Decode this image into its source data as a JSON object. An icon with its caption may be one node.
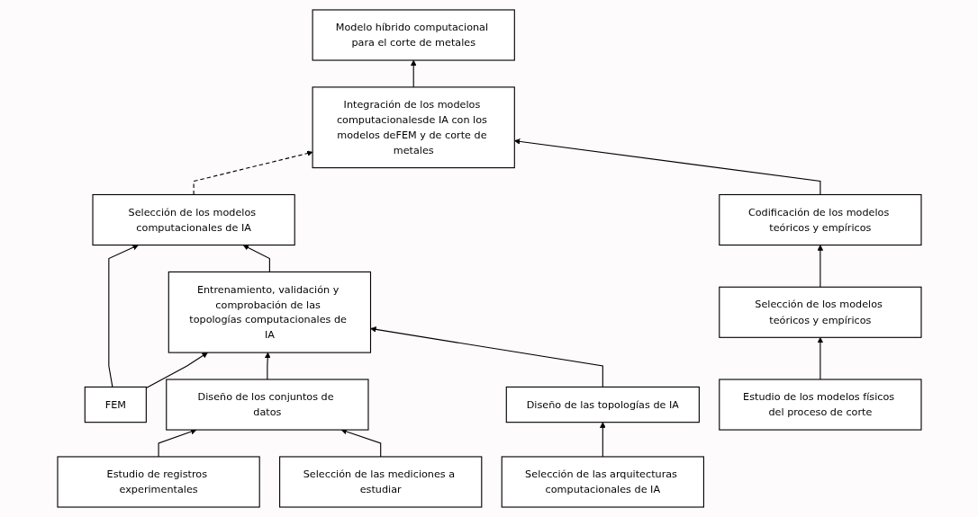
{
  "diagram": {
    "nodes": [
      {
        "text": [
          "Modelo híbrido computacional para el corte de metales"
        ]
      },
      {
        "text": [
          "FEM"
        ]
      },
      {
        "text": [
          "Selección de los modelos computacionales de IA"
        ]
      },
      {
        "text": [
          "Integración de los modelos computacionalesde IA con los modelos deFEM y de corte de metales"
        ]
      },
      {
        "text": [
          "Entrenamiento, validación y comprobación de las topologías computacionales de IA"
        ]
      },
      {
        "text": [
          "Codificación de los modelos teóricos y empíricos"
        ]
      },
      {
        "text": [
          "Diseño de los conjuntos de datos"
        ]
      },
      {
        "text": [
          "Diseño de las topologías de IA"
        ]
      },
      {
        "text": [
          "Selección de los modelos teóricos y empíricos"
        ]
      },
      {
        "text": [
          "Estudio de registros experimentales"
        ]
      },
      {
        "text": [
          "Selección de las mediciones a estudiar"
        ]
      },
      {
        "text": [
          "Selección de las arquitecturas computacionales de IA"
        ]
      },
      {
        "text": [
          "Estudio de los modelos físicos del proceso de corte"
        ]
      }
    ],
    "edges": [
      {
        "from": 1,
        "to": 2,
        "arrow": "to"
      },
      {
        "from": 1,
        "to": 4,
        "arrow": "to"
      },
      {
        "from": 2,
        "to": 3,
        "arrow": "to",
        "style": "dashed"
      },
      {
        "from": 3,
        "to": 0,
        "arrow": "to"
      },
      {
        "from": 4,
        "to": 2,
        "arrow": "to"
      },
      {
        "from": 5,
        "to": 3,
        "arrow": "to"
      },
      {
        "from": 6,
        "to": 4,
        "arrow": "to"
      },
      {
        "from": 7,
        "to": 4,
        "arrow": "to"
      },
      {
        "from": 8,
        "to": 5,
        "arrow": "to"
      },
      {
        "from": 9,
        "to": 6,
        "arrow": "to"
      },
      {
        "from": 10,
        "to": 6,
        "arrow": "to"
      },
      {
        "from": 11,
        "to": 7,
        "arrow": "to"
      },
      {
        "from": 12,
        "to": 8,
        "arrow": "to"
      }
    ]
  }
}
